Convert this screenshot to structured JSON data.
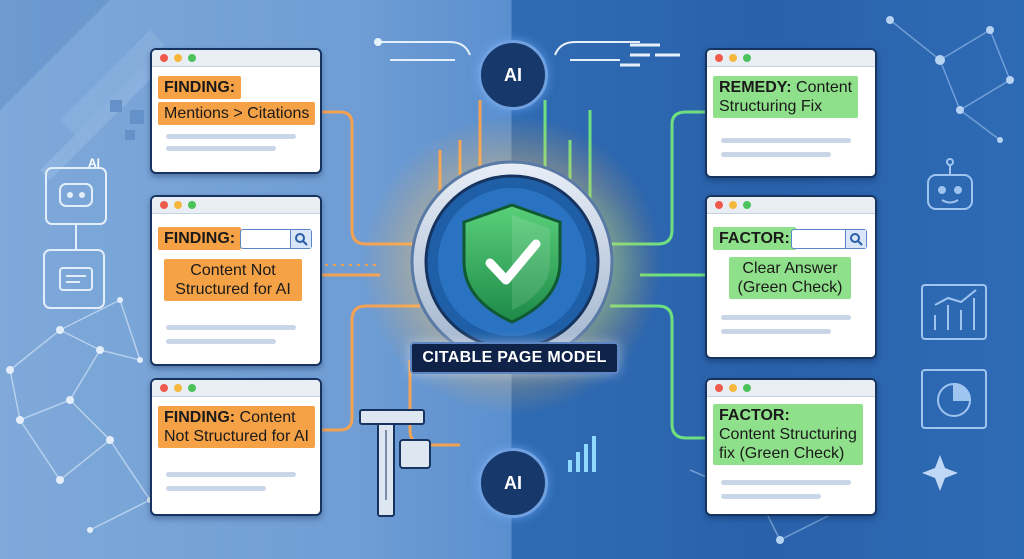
{
  "center": {
    "label": "CITABLE PAGE MODEL",
    "icon": "shield-check-icon"
  },
  "ai_nodes": {
    "top": "AI",
    "bottom": "AI"
  },
  "side_icons": {
    "robot_label": "AI"
  },
  "left_cards": [
    {
      "tag_bold": "FINDING:",
      "tag_text": "",
      "sub": "Mentions > Citations"
    },
    {
      "tag_bold": "FINDING:",
      "tag_text": "",
      "sub_line1": "Content Not",
      "sub_line2": "Structured for AI"
    },
    {
      "tag_bold": "FINDING:",
      "tag_text": " Content",
      "tag_line2": "Not Structured for AI"
    }
  ],
  "right_cards": [
    {
      "tag_bold": "REMEDY:",
      "tag_text": " Content",
      "tag_line2": "Structuring Fix"
    },
    {
      "tag_bold": "FACTOR:",
      "sub_line1": "Clear Answer",
      "sub_line2": "(Green Check)"
    },
    {
      "tag_bold": "FACTOR:",
      "line2": "Content Structuring",
      "line3": "fix (Green Check)"
    }
  ],
  "colors": {
    "finding": "#f5a146",
    "remedy": "#8fe08a",
    "left_bg": "#7fa9d9",
    "right_bg": "#2f6bb3"
  }
}
